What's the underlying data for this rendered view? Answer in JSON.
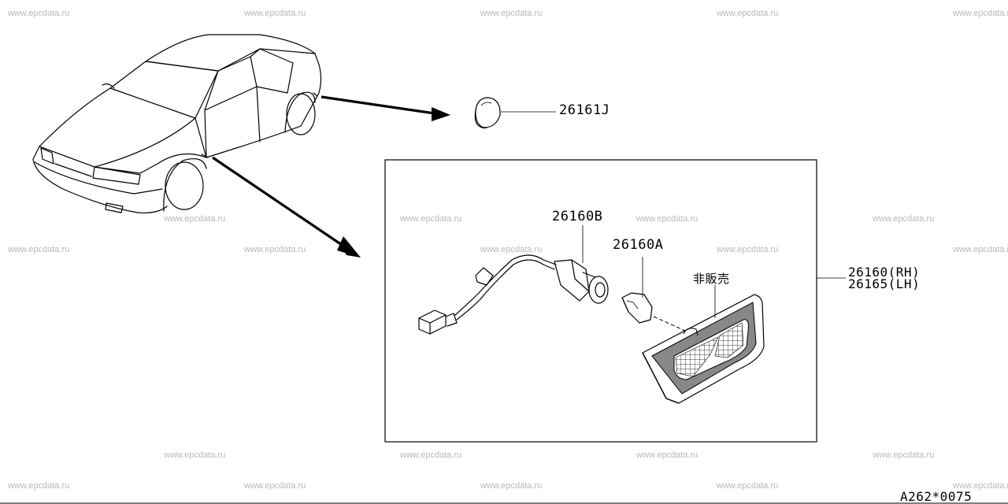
{
  "watermark": "www.epcdata.ru",
  "parts": {
    "part_26161j": "26161J",
    "part_26160b": "26160B",
    "part_26160a": "26160A",
    "assembly_rh": "26160(RH)",
    "assembly_lh": "26165(LH)",
    "not_for_sale": "非販売"
  },
  "diagram_code": "A262*0075"
}
